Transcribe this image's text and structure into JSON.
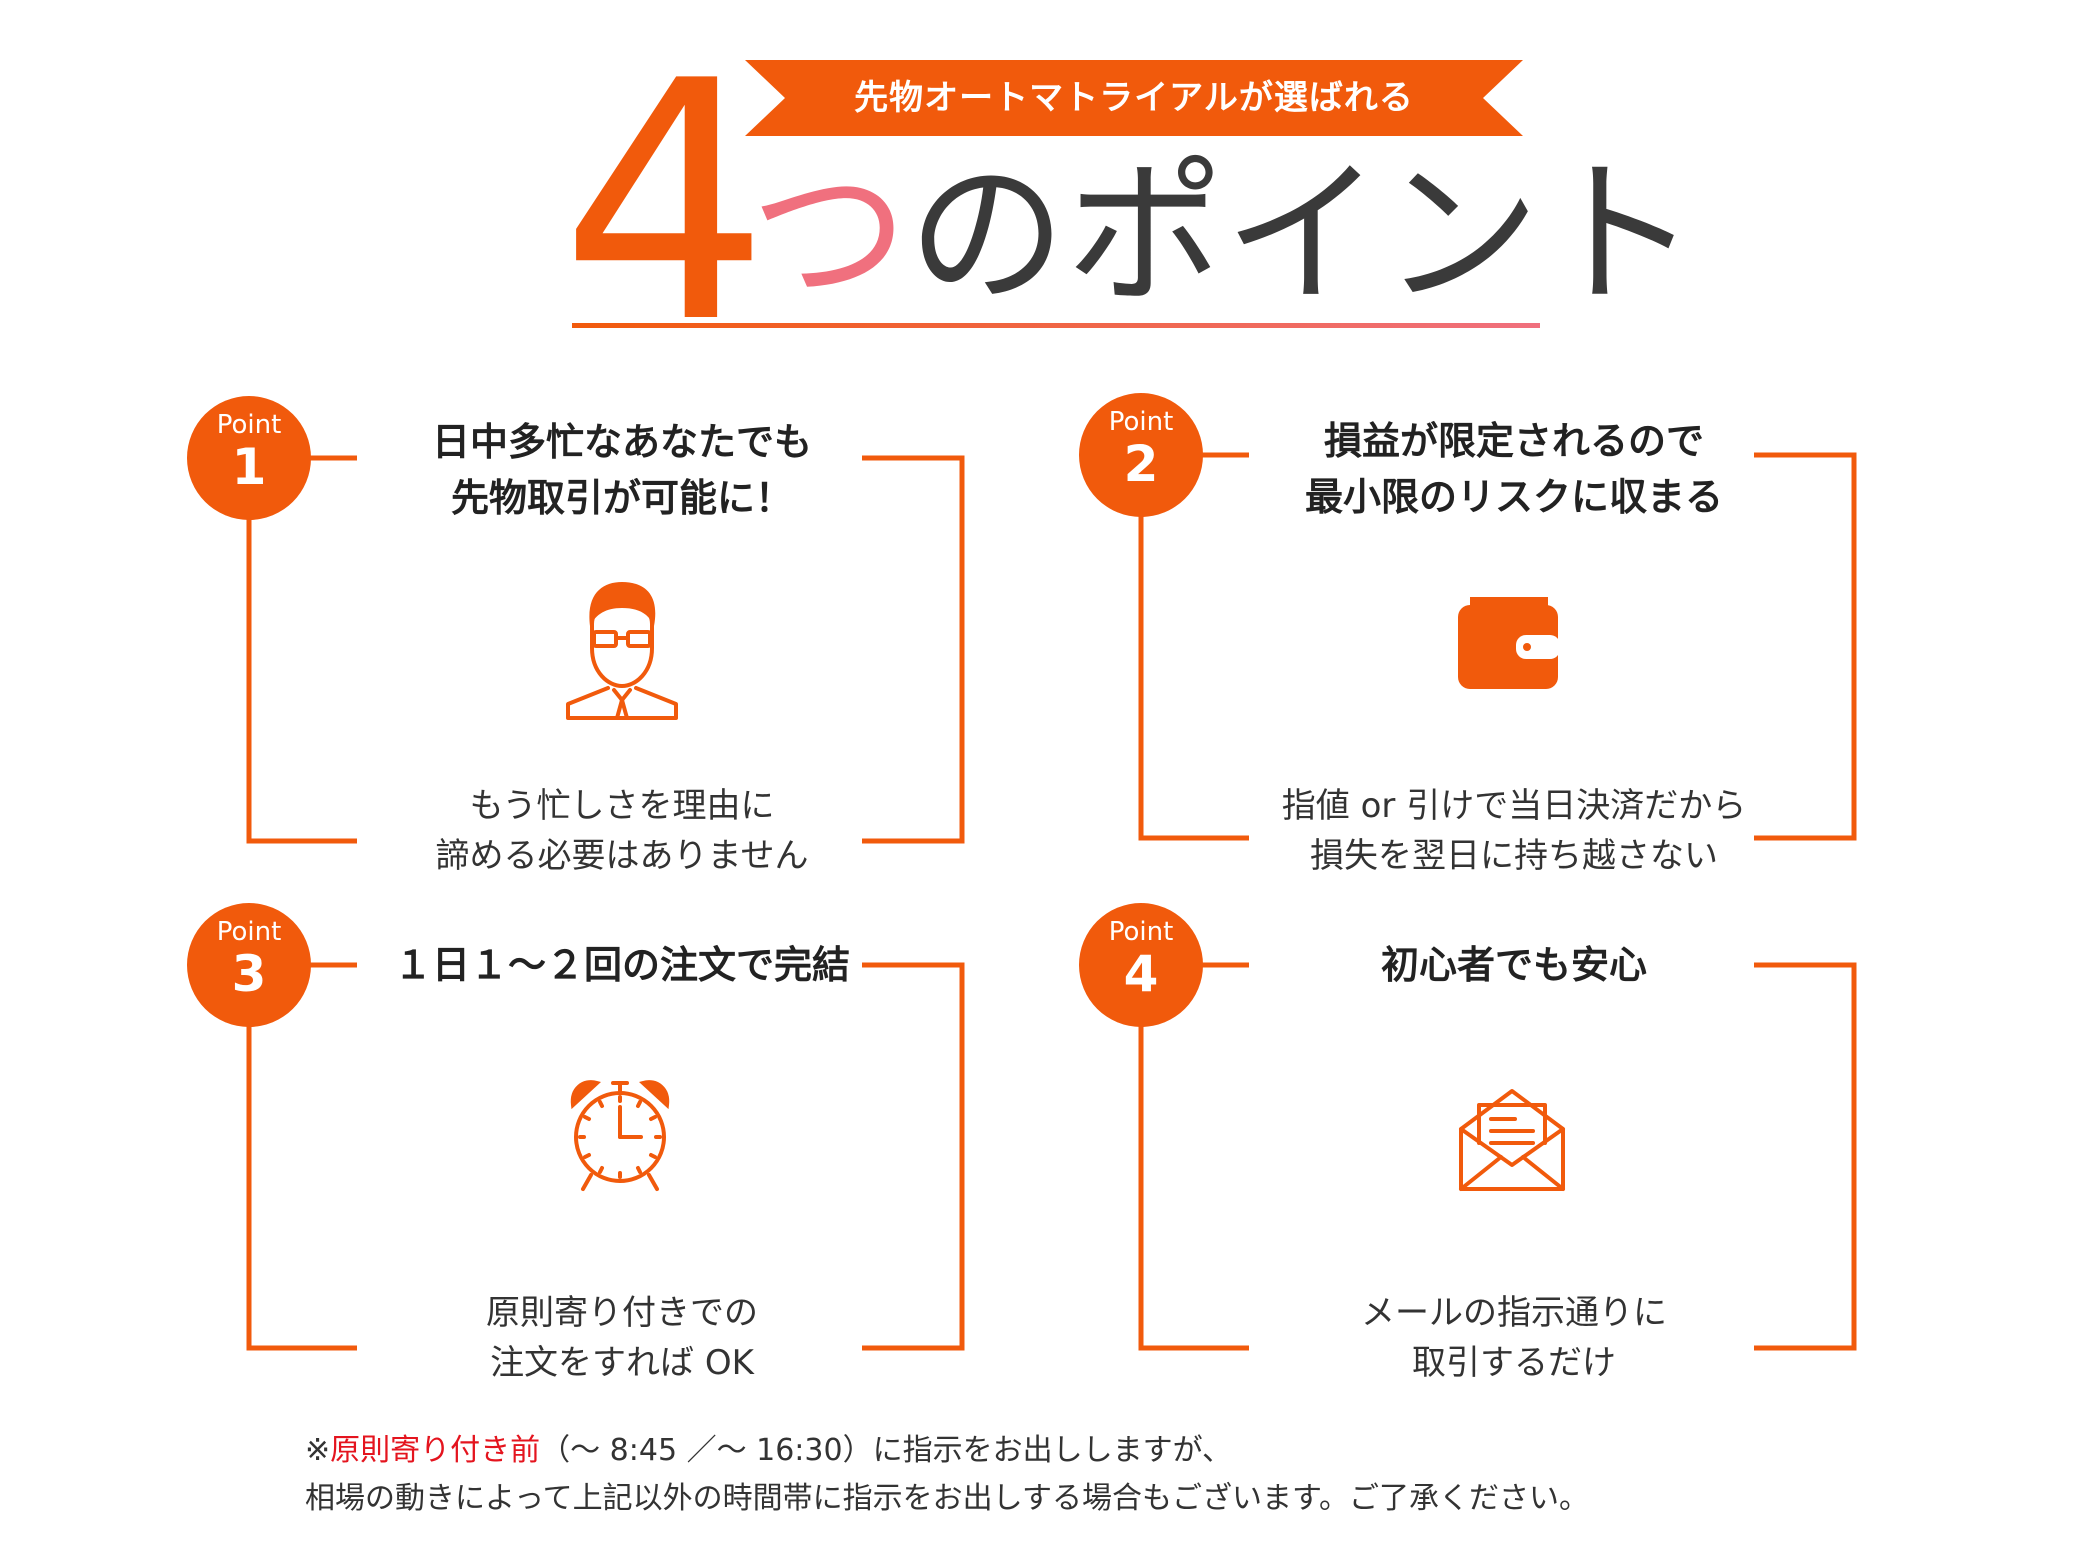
{
  "header": {
    "banner": "先物オートマトライアルが選ばれる",
    "number": "4",
    "title_accent": "つ",
    "title_rest": "のポイント"
  },
  "points": [
    {
      "badge_label": "Point",
      "number": "1",
      "heading_lines": [
        "日中多忙なあなたでも",
        "先物取引が可能に！"
      ],
      "icon": "businessman-icon",
      "body_lines": [
        "もう忙しさを理由に",
        "諦める必要はありません"
      ]
    },
    {
      "badge_label": "Point",
      "number": "2",
      "heading_lines": [
        "損益が限定されるので",
        "最小限のリスクに収まる"
      ],
      "icon": "wallet-icon",
      "body_lines": [
        "指値 or 引けで当日決済だから",
        "損失を翌日に持ち越さない"
      ]
    },
    {
      "badge_label": "Point",
      "number": "3",
      "heading_lines": [
        "１日１～２回の注文で完結"
      ],
      "icon": "alarm-clock-icon",
      "body_lines": [
        "原則寄り付きでの",
        "注文をすれば OK"
      ]
    },
    {
      "badge_label": "Point",
      "number": "4",
      "heading_lines": [
        "初心者でも安心"
      ],
      "icon": "envelope-letter-icon",
      "body_lines": [
        "メールの指示通りに",
        "取引するだけ"
      ]
    }
  ],
  "note": {
    "prefix": "※",
    "highlight": "原則寄り付き前",
    "line1_rest": "（～ 8:45 ／～ 16:30）に指示をお出ししますが、",
    "line2": "相場の動きによって上記以外の時間帯に指示をお出しする場合もございます。ご了承ください。"
  },
  "colors": {
    "accent": "#f15a0c",
    "pink": "#f0707e",
    "note_highlight": "#e4141e"
  }
}
